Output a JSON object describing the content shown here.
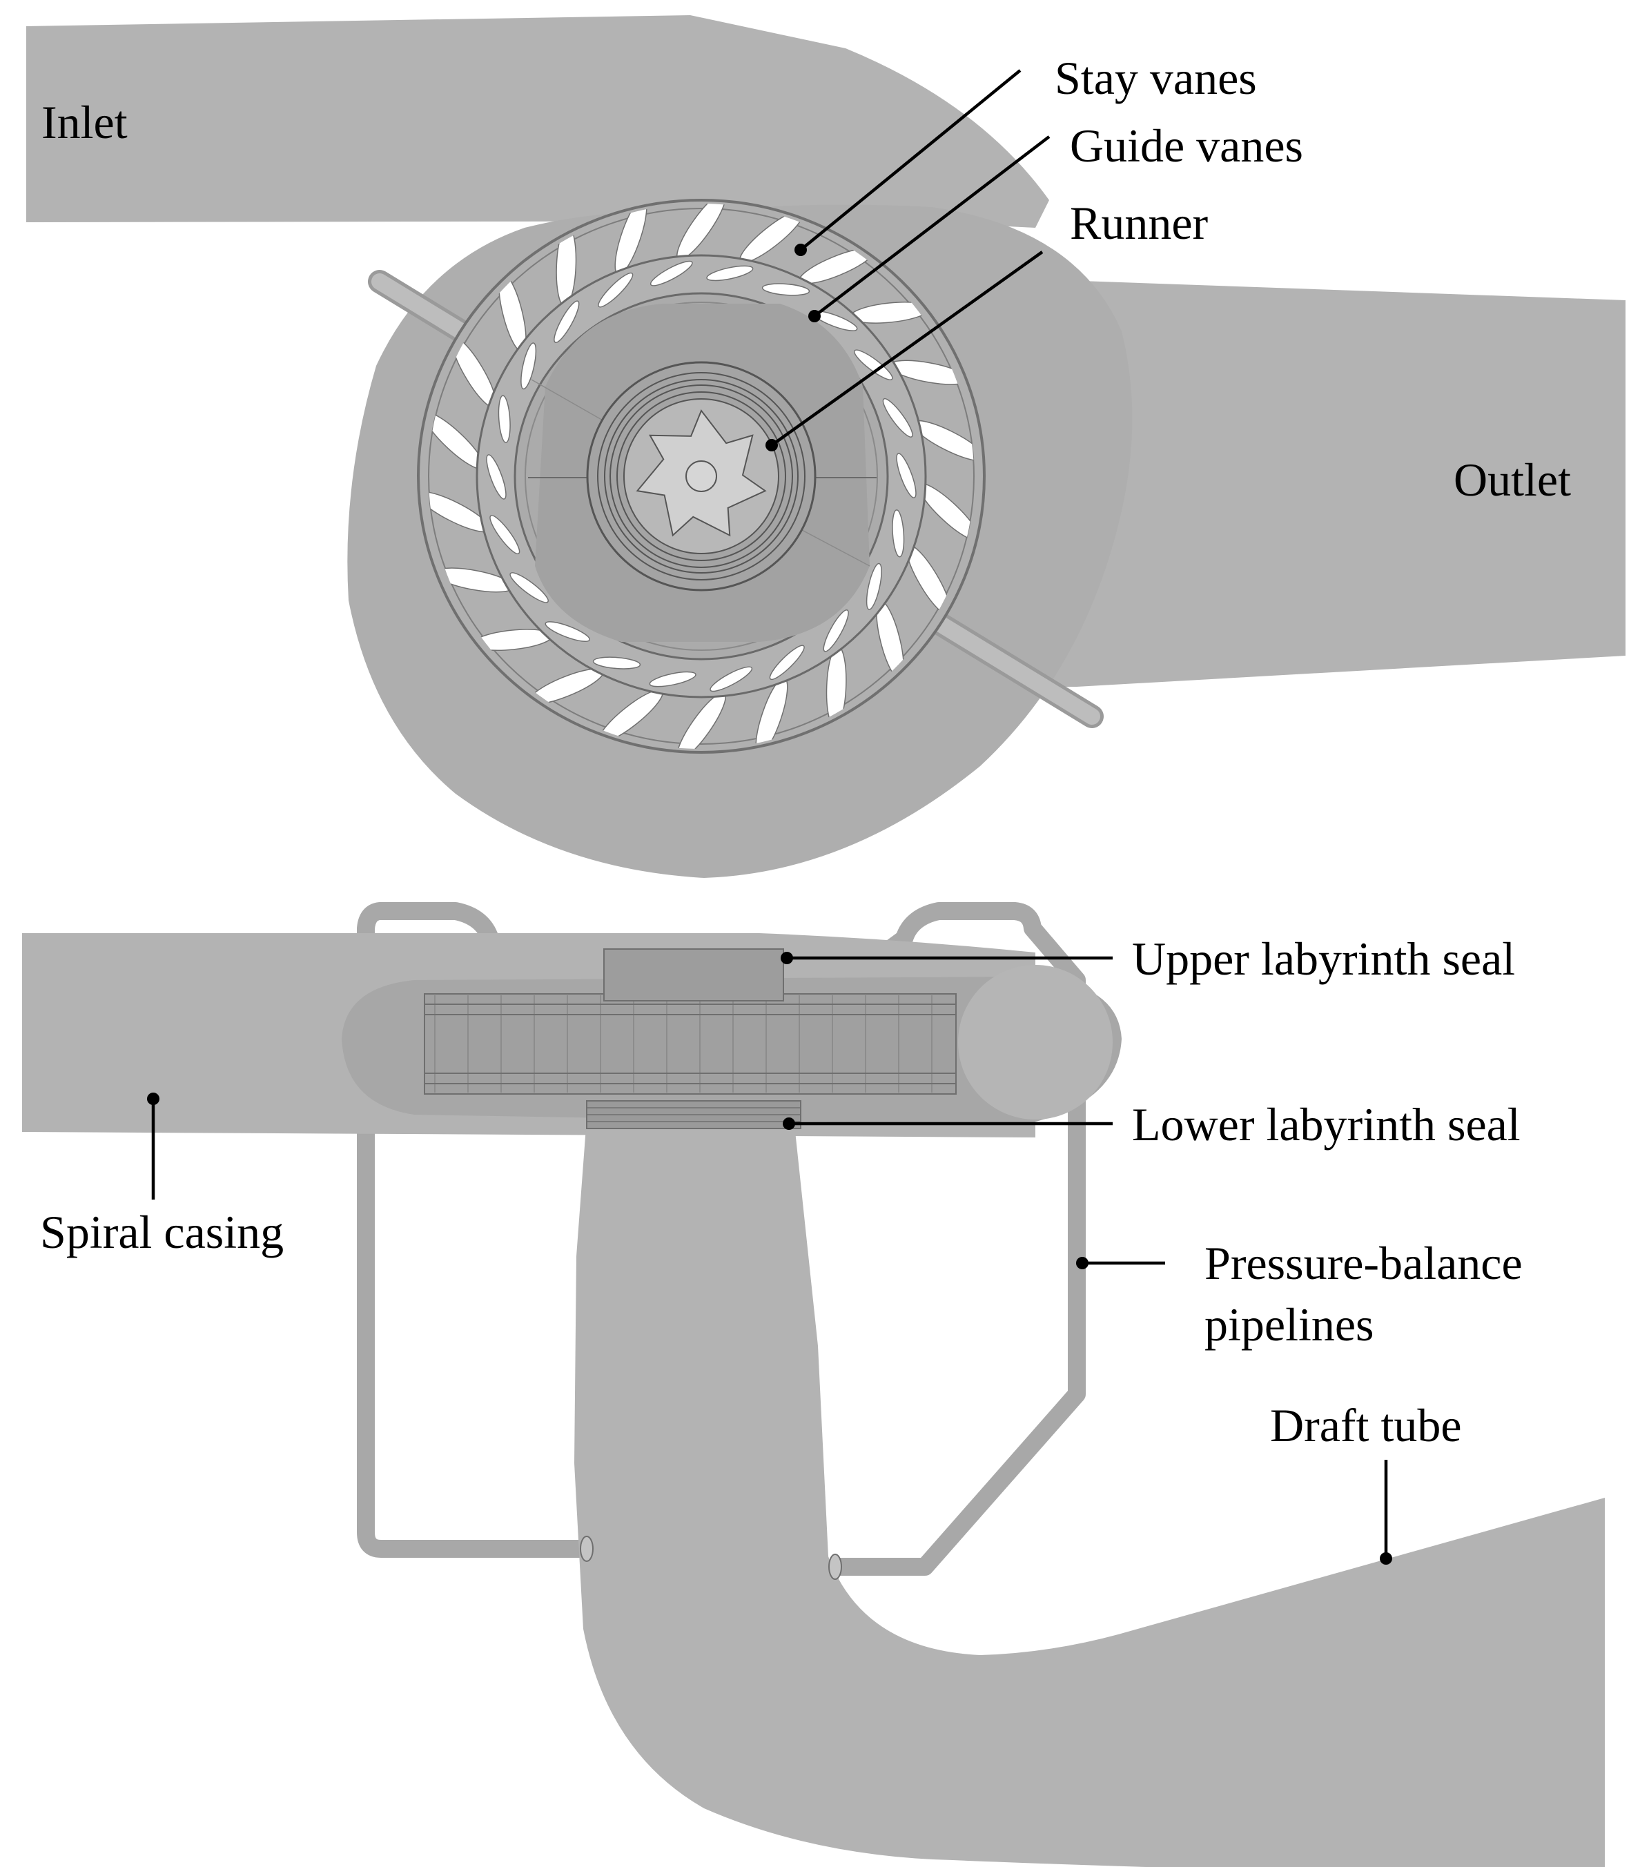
{
  "labels": {
    "inlet": "Inlet",
    "outlet": "Outlet",
    "stay_vanes": "Stay vanes",
    "guide_vanes": "Guide vanes",
    "runner": "Runner",
    "upper_seal": "Upper labyrinth seal",
    "lower_seal": "Lower labyrinth seal",
    "spiral_casing": "Spiral casing",
    "pressure_balance_line1": "Pressure-balance",
    "pressure_balance_line2": "pipelines",
    "draft_tube": "Draft tube"
  },
  "colors": {
    "body_fill": "#b3b3b3",
    "dark_fill": "#a0a0a0",
    "wire": "#6f6f6f",
    "vane_gap": "#ffffff",
    "text": "#000000"
  }
}
